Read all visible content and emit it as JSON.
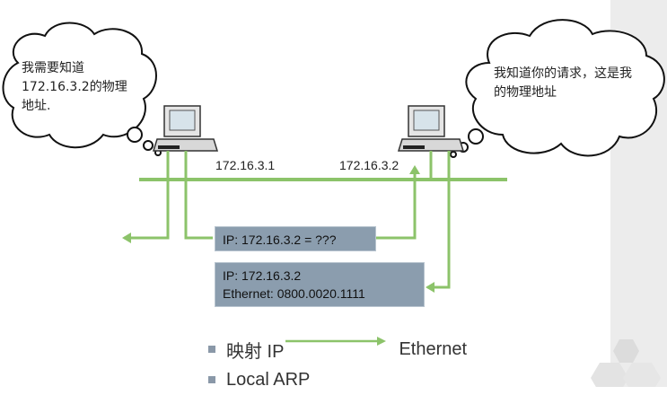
{
  "clouds": {
    "left": {
      "lines": [
        "我需要知道",
        "172.16.3.2的物理",
        "地址."
      ]
    },
    "right": {
      "lines": [
        "我知道你的请求，这是我",
        "的物理地址"
      ]
    }
  },
  "hosts": {
    "left_ip": "172.16.3.1",
    "right_ip": "172.16.3.2"
  },
  "request_box": {
    "text": "IP: 172.16.3.2 = ???"
  },
  "reply_box": {
    "line1": "IP: 172.16.3.2",
    "line2": "Ethernet: 0800.0020.1111"
  },
  "bullets": {
    "item1_prefix": "映射 IP",
    "item1_suffix": "Ethernet",
    "item2": "Local ARP"
  },
  "colors": {
    "link_green": "#8cc36a",
    "box_fill": "#8b9dae",
    "cloud_stroke": "#111111",
    "hex_gray": "#dcdcdc"
  }
}
